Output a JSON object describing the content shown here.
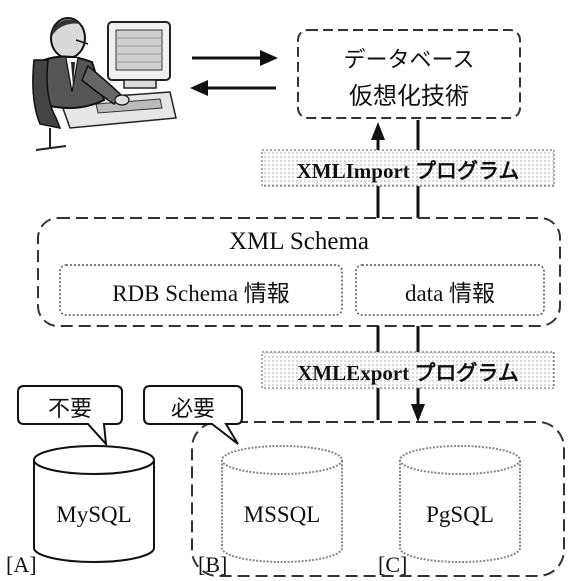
{
  "virtualization": {
    "line1": "データベース",
    "line2": "仮想化技術"
  },
  "import_program": "XMLImport プログラム",
  "export_program": "XMLExport プログラム",
  "xml_schema": {
    "title": "XML Schema",
    "rdb_info": "RDB Schema 情報",
    "data_info": "data 情報"
  },
  "callouts": {
    "unneeded": "不要",
    "needed": "必要"
  },
  "databases": [
    {
      "name": "MySQL",
      "label": "[A]"
    },
    {
      "name": "MSSQL",
      "label": "[B]"
    },
    {
      "name": "PgSQL",
      "label": "[C]"
    }
  ]
}
